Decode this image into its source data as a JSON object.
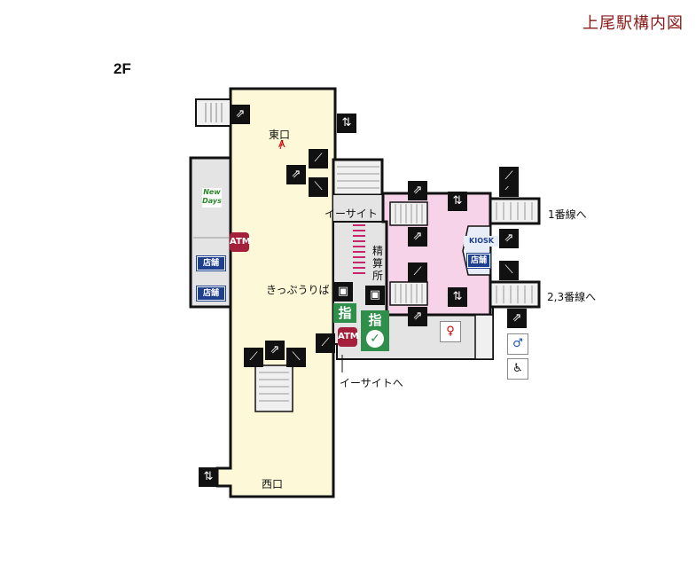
{
  "title": "上尾駅構内図",
  "floor": "2F",
  "labels": {
    "east_exit": "東口",
    "east_exit_marker": "A",
    "west_exit": "西口",
    "esite": "イーサイト",
    "esite_to": "イーサイトへ",
    "ticket_area": "きっぷうりば",
    "fare_adjust": "精算所",
    "track1": "1番線へ",
    "track23": "2,3番線へ"
  },
  "tags": {
    "shop1": "店舗",
    "shop2": "店舗",
    "shop3": "店舗",
    "atm1": "ATM",
    "atm2": "ATM",
    "kiosk": "KIOSK",
    "newdays": "New Days",
    "reserved1": "指",
    "reserved2": "指"
  },
  "icons": [
    "stairs-up-icon",
    "elevator-icon",
    "escalator-icon",
    "stairs-icon",
    "escalator-icon",
    "stairs-icon",
    "escalator-icon",
    "elevator-icon",
    "escalator-icon",
    "stairs-icon",
    "escalator-icon",
    "stairs-icon",
    "elevator-icon",
    "stairs-icon",
    "ticket-machine-icon",
    "ticket-machine-icon",
    "stairs-icon",
    "escalator-icon",
    "escalator-icon",
    "stairs-icon",
    "escalator-icon",
    "elevator-icon",
    "stairs-icon",
    "wc-female-icon",
    "wc-male-icon",
    "wheelchair-icon",
    "reserved-seat-machine-icon"
  ],
  "colors": {
    "concourse": "#fcf8d8",
    "gate_area": "#f7d3ea",
    "gray_area": "#e4e4e4",
    "wall": "#111111",
    "title": "#8b1a1a",
    "shop": "#1f3f8f",
    "atm": "#a31f3a",
    "reserved": "#2f8f4a"
  }
}
